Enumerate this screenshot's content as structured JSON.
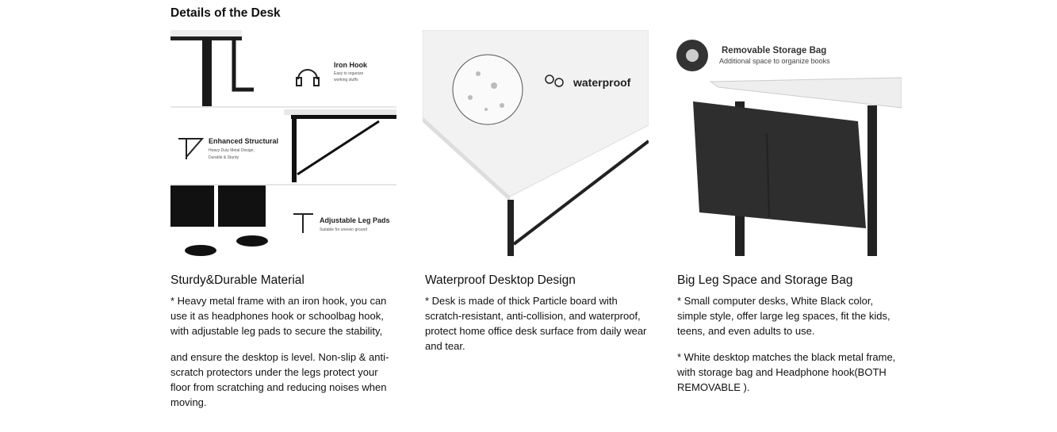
{
  "section_title": "Details of the Desk",
  "cards": [
    {
      "image_labels": {
        "hook_title": "Iron Hook",
        "hook_sub1": "Easy to organize",
        "hook_sub2": "working stuffs",
        "struct_title": "Enhanced Structural",
        "struct_sub1": "Heavy Duty Metal Design,",
        "struct_sub2": "Durable & Sturdy",
        "pads_title": "Adjustable Leg Pads",
        "pads_sub": "Suitable for uneven ground"
      },
      "title": "Sturdy&Durable Material",
      "paragraphs": [
        "* Heavy metal frame with an iron hook, you can use it as headphones hook or schoolbag hook, with adjustable leg pads to secure the stability,",
        "and ensure the desktop is level. Non-slip & anti-scratch protectors under the legs protect your floor from scratching and reducing noises when moving."
      ]
    },
    {
      "image_labels": {
        "badge": "waterproof"
      },
      "title": "Waterproof Desktop Design",
      "paragraphs": [
        "* Desk is made of thick Particle board with scratch-resistant, anti-collision, and waterproof, protect home office desk surface from daily wear and tear."
      ]
    },
    {
      "image_labels": {
        "title": "Removable Storage Bag",
        "sub": "Additional space to organize books"
      },
      "title": "Big Leg Space and Storage Bag",
      "paragraphs": [
        "* Small computer desks, White Black color, simple style, offer large leg spaces, fit the kids, teens, and even adults to use.",
        "* White desktop matches the black metal frame, with storage bag and Headphone hook(BOTH REMOVABLE )."
      ]
    }
  ]
}
